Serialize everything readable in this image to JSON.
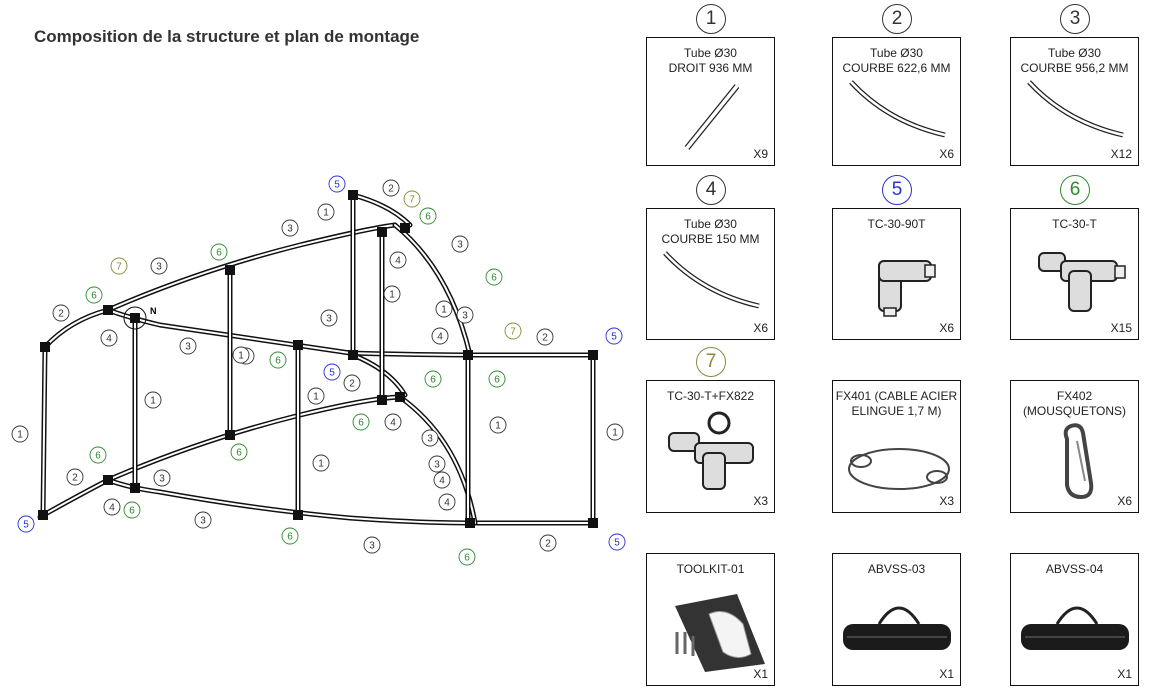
{
  "title": "Composition de la structure et plan de montage",
  "north_label": "N",
  "colors": {
    "blue": "#2b2fd6",
    "green": "#2e8a2e",
    "olive": "#8a8a3a",
    "black": "#111111"
  },
  "parts": [
    {
      "num": "1",
      "label": "Tube Ø30\nDROIT  936 MM",
      "qty": "X9",
      "icon": "straight-tube-icon",
      "tone": "black"
    },
    {
      "num": "2",
      "label": "Tube Ø30\nCOURBE 622,6 MM",
      "qty": "X6",
      "icon": "curved-tube-icon",
      "tone": "black"
    },
    {
      "num": "3",
      "label": "Tube Ø30\nCOURBE 956,2 MM",
      "qty": "X12",
      "icon": "curved-tube-icon",
      "tone": "black"
    },
    {
      "num": "4",
      "label": "Tube Ø30\nCOURBE 150 MM",
      "qty": "X6",
      "icon": "curved-tube-icon",
      "tone": "black"
    },
    {
      "num": "5",
      "label": "TC-30-90T",
      "qty": "X6",
      "icon": "elbow-connector-icon",
      "tone": "blue"
    },
    {
      "num": "6",
      "label": "TC-30-T",
      "qty": "X15",
      "icon": "tee-connector-icon",
      "tone": "green"
    },
    {
      "num": "7",
      "label": "TC-30-T+FX822",
      "qty": "X3",
      "icon": "tee-ring-connector-icon",
      "tone": "olive"
    },
    {
      "num": "",
      "label": "FX401 (CABLE ACIER\nELINGUE 1,7 M)",
      "qty": "X3",
      "icon": "steel-cable-icon",
      "tone": "black"
    },
    {
      "num": "",
      "label": "FX402\n(MOUSQUETONS)",
      "qty": "X6",
      "icon": "carabiner-icon",
      "tone": "black"
    },
    {
      "num": "",
      "label": "TOOLKIT-01",
      "qty": "X1",
      "icon": "toolkit-icon",
      "tone": "black"
    },
    {
      "num": "",
      "label": "ABVSS-03",
      "qty": "X1",
      "icon": "bag-icon",
      "tone": "black"
    },
    {
      "num": "",
      "label": "ABVSS-04",
      "qty": "X1",
      "icon": "bag-icon",
      "tone": "black"
    }
  ],
  "callouts": [
    {
      "n": "5",
      "tone": "blue"
    },
    {
      "n": "2",
      "tone": "black"
    },
    {
      "n": "7",
      "tone": "olive"
    },
    {
      "n": "1",
      "tone": "black"
    },
    {
      "n": "6",
      "tone": "green"
    },
    {
      "n": "3",
      "tone": "black"
    },
    {
      "n": "4",
      "tone": "black"
    },
    {
      "n": "3",
      "tone": "black"
    },
    {
      "n": "6",
      "tone": "green"
    },
    {
      "n": "7",
      "tone": "olive"
    },
    {
      "n": "3",
      "tone": "black"
    },
    {
      "n": "6",
      "tone": "green"
    },
    {
      "n": "2",
      "tone": "black"
    },
    {
      "n": "4",
      "tone": "black"
    },
    {
      "n": "3",
      "tone": "black"
    },
    {
      "n": "1",
      "tone": "black"
    },
    {
      "n": "5",
      "tone": "blue"
    },
    {
      "n": "1",
      "tone": "black"
    },
    {
      "n": "1",
      "tone": "black"
    },
    {
      "n": "3",
      "tone": "black"
    },
    {
      "n": "1",
      "tone": "black"
    },
    {
      "n": "6",
      "tone": "green"
    },
    {
      "n": "4",
      "tone": "black"
    },
    {
      "n": "7",
      "tone": "olive"
    },
    {
      "n": "2",
      "tone": "black"
    },
    {
      "n": "5",
      "tone": "blue"
    },
    {
      "n": "1",
      "tone": "black"
    },
    {
      "n": "6",
      "tone": "green"
    },
    {
      "n": "1",
      "tone": "black"
    },
    {
      "n": "5",
      "tone": "blue"
    },
    {
      "n": "2",
      "tone": "black"
    },
    {
      "n": "6",
      "tone": "green"
    },
    {
      "n": "6",
      "tone": "green"
    },
    {
      "n": "3",
      "tone": "black"
    },
    {
      "n": "4",
      "tone": "black"
    },
    {
      "n": "3",
      "tone": "black"
    },
    {
      "n": "1",
      "tone": "black"
    },
    {
      "n": "1",
      "tone": "black"
    },
    {
      "n": "6",
      "tone": "green"
    },
    {
      "n": "6",
      "tone": "green"
    },
    {
      "n": "3",
      "tone": "black"
    },
    {
      "n": "2",
      "tone": "black"
    },
    {
      "n": "6",
      "tone": "green"
    },
    {
      "n": "4",
      "tone": "black"
    },
    {
      "n": "6",
      "tone": "green"
    },
    {
      "n": "3",
      "tone": "black"
    },
    {
      "n": "6",
      "tone": "green"
    },
    {
      "n": "3",
      "tone": "black"
    },
    {
      "n": "2",
      "tone": "black"
    },
    {
      "n": "5",
      "tone": "blue"
    },
    {
      "n": "6",
      "tone": "green"
    },
    {
      "n": "4",
      "tone": "black"
    },
    {
      "n": "1",
      "tone": "black"
    },
    {
      "n": "1",
      "tone": "black"
    },
    {
      "n": "4",
      "tone": "black"
    },
    {
      "n": "3",
      "tone": "black"
    }
  ]
}
